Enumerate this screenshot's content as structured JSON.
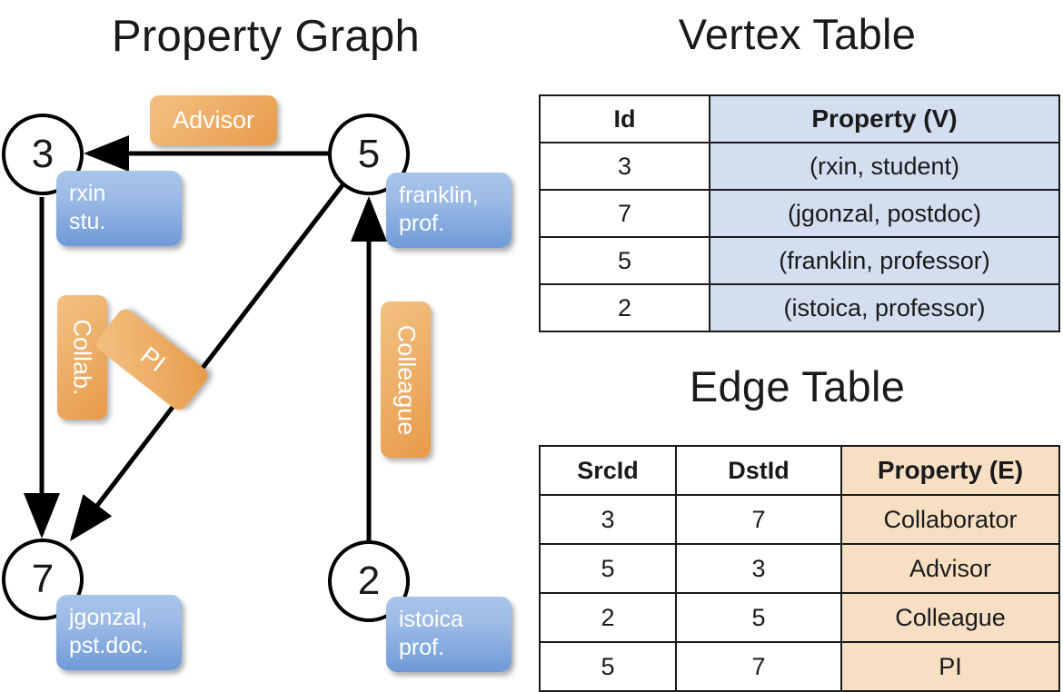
{
  "titles": {
    "property_graph": "Property Graph",
    "vertex_table": "Vertex Table",
    "edge_table": "Edge Table"
  },
  "colors": {
    "vertex_property_fill": "#d3dff1",
    "edge_property_fill": "#f7dfc4",
    "node_property_box": "#7fa6dd",
    "edge_label_box": "#eda95f",
    "border": "#1a1a1a"
  },
  "graph": {
    "nodes": [
      {
        "id": "3",
        "property_lines": [
          "rxin",
          "stu."
        ]
      },
      {
        "id": "5",
        "property_lines": [
          "franklin,",
          "prof."
        ]
      },
      {
        "id": "7",
        "property_lines": [
          "jgonzal,",
          "pst.doc."
        ]
      },
      {
        "id": "2",
        "property_lines": [
          "istoica",
          "prof."
        ]
      }
    ],
    "edge_labels": [
      {
        "name": "advisor",
        "text": "Advisor"
      },
      {
        "name": "collab",
        "text": "Collab."
      },
      {
        "name": "pi",
        "text": "PI"
      },
      {
        "name": "colleague",
        "text": "Colleague"
      }
    ],
    "edges": [
      {
        "src": "5",
        "dst": "3",
        "label": "Advisor"
      },
      {
        "src": "3",
        "dst": "7",
        "label": "Collab."
      },
      {
        "src": "5",
        "dst": "7",
        "label": "PI"
      },
      {
        "src": "2",
        "dst": "5",
        "label": "Colleague"
      }
    ]
  },
  "vertex_table": {
    "headers": [
      "Id",
      "Property (V)"
    ],
    "rows": [
      {
        "id": "3",
        "property": "(rxin, student)"
      },
      {
        "id": "7",
        "property": "(jgonzal, postdoc)"
      },
      {
        "id": "5",
        "property": "(franklin, professor)"
      },
      {
        "id": "2",
        "property": "(istoica, professor)"
      }
    ]
  },
  "edge_table": {
    "headers": [
      "SrcId",
      "DstId",
      "Property (E)"
    ],
    "rows": [
      {
        "src": "3",
        "dst": "7",
        "property": "Collaborator"
      },
      {
        "src": "5",
        "dst": "3",
        "property": "Advisor"
      },
      {
        "src": "2",
        "dst": "5",
        "property": "Colleague"
      },
      {
        "src": "5",
        "dst": "7",
        "property": "PI"
      }
    ]
  }
}
